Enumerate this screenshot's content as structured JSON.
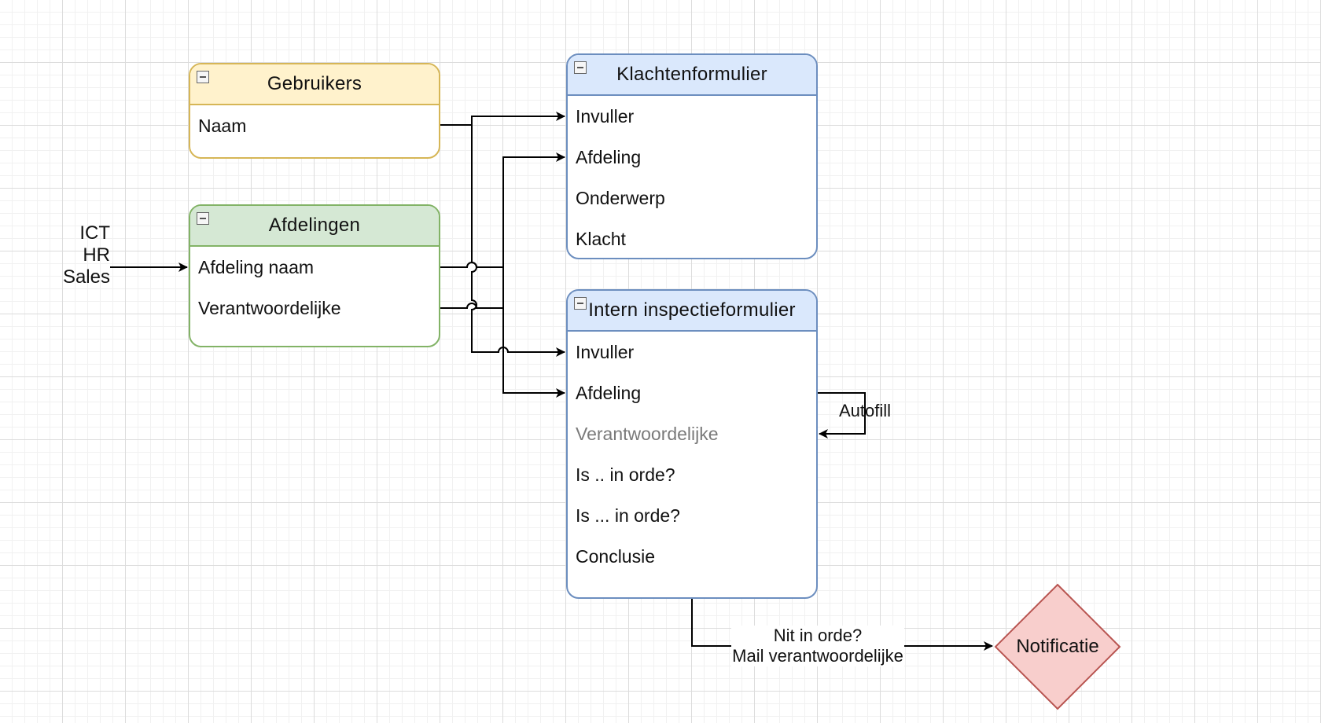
{
  "entities": {
    "gebruikers": {
      "title": "Gebruikers",
      "fill": "#fff2cc",
      "stroke": "#d6b656",
      "rows": [
        "Naam"
      ]
    },
    "afdelingen": {
      "title": "Afdelingen",
      "fill": "#d5e8d4",
      "stroke": "#82b366",
      "rows": [
        "Afdeling naam",
        "Verantwoordelijke"
      ]
    },
    "klachtenformulier": {
      "title": "Klachtenformulier",
      "fill": "#dae8fc",
      "stroke": "#6c8ebf",
      "rows": [
        "Invuller",
        "Afdeling",
        "Onderwerp",
        "Klacht"
      ]
    },
    "inspectieformulier": {
      "title": "Intern inspectieformulier",
      "fill": "#dae8fc",
      "stroke": "#6c8ebf",
      "rows": [
        "Invuller",
        "Afdeling",
        "Verantwoordelijke",
        "Is .. in orde?",
        "Is ... in orde?",
        "Conclusie"
      ]
    }
  },
  "department_values": [
    "ICT",
    "HR",
    "Sales"
  ],
  "labels": {
    "autofill": "Autofill",
    "not_ok_line1": "Nit in orde?",
    "not_ok_line2": "Mail verantwoordelijke"
  },
  "notification": {
    "label": "Notificatie",
    "fill": "#f8cecc",
    "stroke": "#b85450"
  },
  "colors": {
    "edge": "#000000",
    "muted_text": "#7a7a7a"
  }
}
